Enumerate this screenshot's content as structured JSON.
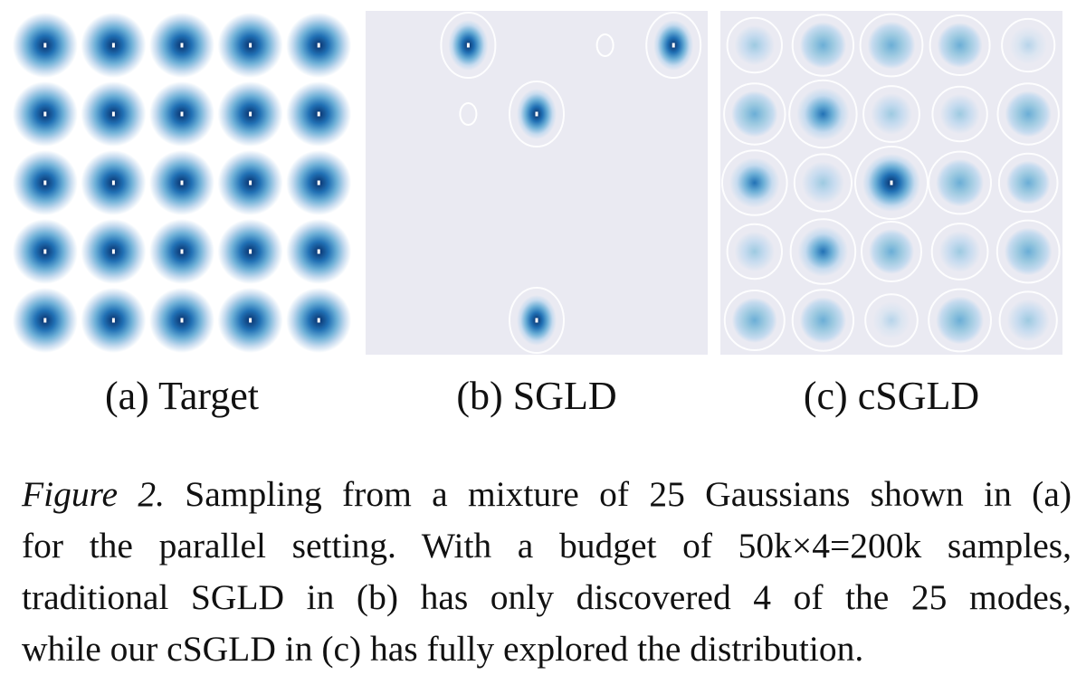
{
  "figure": {
    "subfigures": [
      {
        "id": "a",
        "caption": "(a) Target"
      },
      {
        "id": "b",
        "caption": "(b) SGLD"
      },
      {
        "id": "c",
        "caption": "(c) cSGLD"
      }
    ],
    "caption": {
      "label": "Figure 2.",
      "line1_rest": "Sampling from a mixture of 25 Gaussians shown in (a)",
      "line2": "for the parallel setting. With a budget of 50k×4=200k samples,",
      "line3": "traditional SGLD in (b) has only discovered 4 of the 25 modes,",
      "line4": "while our cSGLD in (c) has fully explored the distribution."
    }
  },
  "chart_data": [
    {
      "type": "heatmap",
      "panel": "a",
      "grid_cols": 5,
      "grid_rows": 5,
      "background": "#ffffff",
      "colormap": [
        "#f0f0f6",
        "#c6dbef",
        "#6baed6",
        "#2171b5",
        "#08306b"
      ],
      "modes": [
        {
          "col": 0,
          "row": 0,
          "density": 1.0
        },
        {
          "col": 1,
          "row": 0,
          "density": 1.0
        },
        {
          "col": 2,
          "row": 0,
          "density": 1.0
        },
        {
          "col": 3,
          "row": 0,
          "density": 1.0
        },
        {
          "col": 4,
          "row": 0,
          "density": 1.0
        },
        {
          "col": 0,
          "row": 1,
          "density": 1.0
        },
        {
          "col": 1,
          "row": 1,
          "density": 1.0
        },
        {
          "col": 2,
          "row": 1,
          "density": 1.0
        },
        {
          "col": 3,
          "row": 1,
          "density": 1.0
        },
        {
          "col": 4,
          "row": 1,
          "density": 1.0
        },
        {
          "col": 0,
          "row": 2,
          "density": 1.0
        },
        {
          "col": 1,
          "row": 2,
          "density": 1.0
        },
        {
          "col": 2,
          "row": 2,
          "density": 1.0
        },
        {
          "col": 3,
          "row": 2,
          "density": 1.0
        },
        {
          "col": 4,
          "row": 2,
          "density": 1.0
        },
        {
          "col": 0,
          "row": 3,
          "density": 1.0
        },
        {
          "col": 1,
          "row": 3,
          "density": 1.0
        },
        {
          "col": 2,
          "row": 3,
          "density": 1.0
        },
        {
          "col": 3,
          "row": 3,
          "density": 1.0
        },
        {
          "col": 4,
          "row": 3,
          "density": 1.0
        },
        {
          "col": 0,
          "row": 4,
          "density": 1.0
        },
        {
          "col": 1,
          "row": 4,
          "density": 1.0
        },
        {
          "col": 2,
          "row": 4,
          "density": 1.0
        },
        {
          "col": 3,
          "row": 4,
          "density": 1.0
        },
        {
          "col": 4,
          "row": 4,
          "density": 1.0
        }
      ]
    },
    {
      "type": "heatmap",
      "panel": "b",
      "grid_cols": 5,
      "grid_rows": 5,
      "background": "#eaeaf2",
      "colormap": [
        "#eaeaf2",
        "#c6dbef",
        "#6baed6",
        "#2171b5",
        "#08306b"
      ],
      "modes": [
        {
          "col": 1,
          "row": 0,
          "density": 1.0
        },
        {
          "col": 4,
          "row": 0,
          "density": 0.95
        },
        {
          "col": 2,
          "row": 1,
          "density": 1.0
        },
        {
          "col": 2,
          "row": 4,
          "density": 0.95
        }
      ],
      "faint_contours": [
        {
          "col": 3,
          "row": 0
        },
        {
          "col": 1,
          "row": 1
        }
      ]
    },
    {
      "type": "heatmap",
      "panel": "c",
      "grid_cols": 5,
      "grid_rows": 5,
      "background": "#eaeaf2",
      "colormap": [
        "#eaeaf2",
        "#c6dbef",
        "#6baed6",
        "#2171b5",
        "#08306b"
      ],
      "modes": [
        {
          "col": 0,
          "row": 0,
          "density": 0.3
        },
        {
          "col": 1,
          "row": 0,
          "density": 0.55
        },
        {
          "col": 2,
          "row": 0,
          "density": 0.6
        },
        {
          "col": 3,
          "row": 0,
          "density": 0.5
        },
        {
          "col": 4,
          "row": 0,
          "density": 0.22
        },
        {
          "col": 0,
          "row": 1,
          "density": 0.55
        },
        {
          "col": 1,
          "row": 1,
          "density": 0.8
        },
        {
          "col": 2,
          "row": 1,
          "density": 0.35
        },
        {
          "col": 3,
          "row": 1,
          "density": 0.3
        },
        {
          "col": 4,
          "row": 1,
          "density": 0.55
        },
        {
          "col": 0,
          "row": 2,
          "density": 0.7
        },
        {
          "col": 1,
          "row": 2,
          "density": 0.4
        },
        {
          "col": 2,
          "row": 2,
          "density": 1.0
        },
        {
          "col": 3,
          "row": 2,
          "density": 0.6
        },
        {
          "col": 4,
          "row": 2,
          "density": 0.45
        },
        {
          "col": 0,
          "row": 3,
          "density": 0.3
        },
        {
          "col": 1,
          "row": 3,
          "density": 0.7
        },
        {
          "col": 2,
          "row": 3,
          "density": 0.5
        },
        {
          "col": 3,
          "row": 3,
          "density": 0.35
        },
        {
          "col": 4,
          "row": 3,
          "density": 0.6
        },
        {
          "col": 0,
          "row": 4,
          "density": 0.5
        },
        {
          "col": 1,
          "row": 4,
          "density": 0.55
        },
        {
          "col": 2,
          "row": 4,
          "density": 0.2
        },
        {
          "col": 3,
          "row": 4,
          "density": 0.6
        },
        {
          "col": 4,
          "row": 4,
          "density": 0.4
        }
      ]
    }
  ]
}
